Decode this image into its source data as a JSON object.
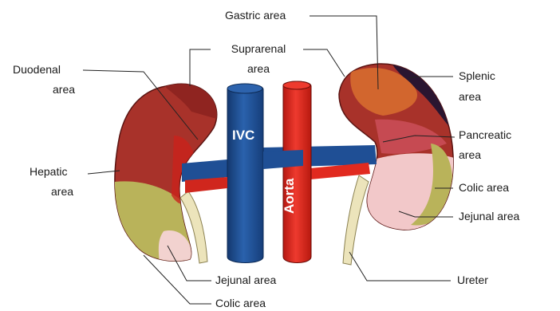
{
  "labels": {
    "gastric": "Gastric area",
    "suprarenal_1": "Suprarenal",
    "suprarenal_2": "area",
    "duodenal_1": "Duodenal",
    "duodenal_2": "area",
    "hepatic_1": "Hepatic",
    "hepatic_2": "area",
    "splenic_1": "Splenic",
    "splenic_2": "area",
    "pancreatic_1": "Pancreatic",
    "pancreatic_2": "area",
    "colic_right": "Colic area",
    "jejunal_right": "Jejunal area",
    "jejunal_bottom": "Jejunal area",
    "ureter": "Ureter",
    "colic_bottom": "Colic area"
  },
  "vessels": {
    "ivc": "IVC",
    "aorta": "Aorta"
  },
  "colors": {
    "kidney_red": "#a8322a",
    "kidney_dark": "#7a1a18",
    "colic_olive": "#b9b35a",
    "ivc_blue": "#1f4f95",
    "aorta_red": "#e12a1f",
    "splenic_dark": "#2a1530",
    "gastric_orange": "#d2662e",
    "pancreatic_pink": "#c64a52",
    "jejunal_pink": "#f2c8c9",
    "ureter_cream": "#ece4bb"
  }
}
